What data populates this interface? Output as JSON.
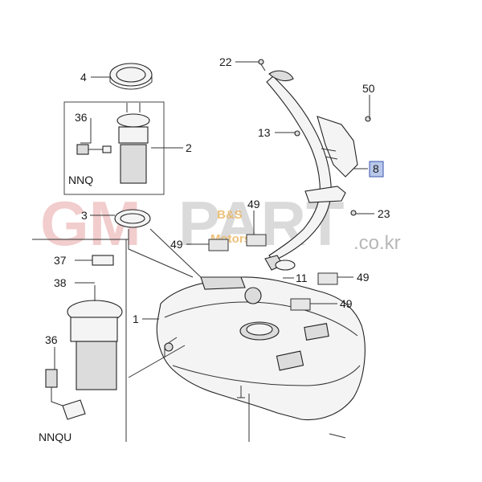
{
  "watermark": {
    "brand_left": "GM",
    "brand_right": "PART",
    "sub": "B&S",
    "sub2": "Motors",
    "domain": ".co.kr"
  },
  "callouts": {
    "c4": "4",
    "c36_top": "36",
    "c2": "2",
    "nnq": "NNQ",
    "c3": "3",
    "c22": "22",
    "c50": "50",
    "c13": "13",
    "c8": "8",
    "c23": "23",
    "c49_a": "49",
    "c49_b": "49",
    "c37": "37",
    "c38": "38",
    "c11": "11",
    "c49_c": "49",
    "c49_d": "49",
    "c1": "1",
    "c36_bottom": "36",
    "nnqu": "NNQU"
  },
  "colors": {
    "highlight_box": "#b8c8ea",
    "highlight_border": "#3a56b0"
  }
}
